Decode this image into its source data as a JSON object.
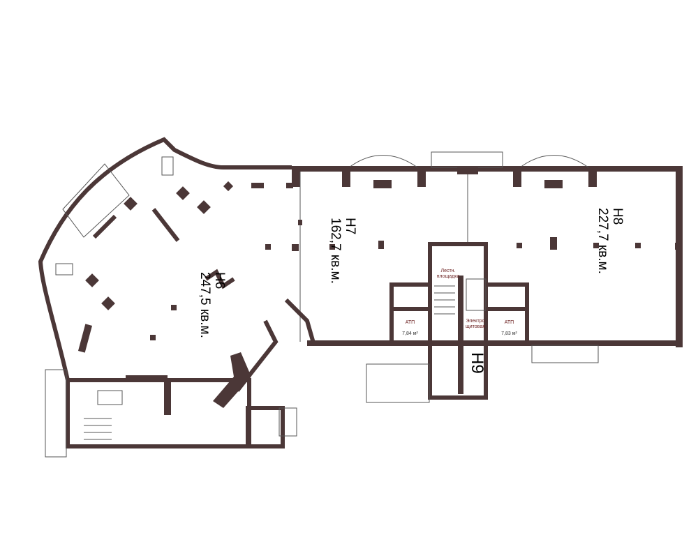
{
  "rooms": {
    "h6": {
      "name": "Н6",
      "area": "247,5 кв.м."
    },
    "h7": {
      "name": "Н7",
      "area": "162,7 кв.м."
    },
    "h8": {
      "name": "Н8",
      "area": "227,7 кв.м."
    },
    "h9": {
      "name": "Н9"
    }
  },
  "small_labels": {
    "stair": "Лестн. площадка",
    "electro": "Электро щитовая",
    "atp_left": "АТП",
    "atp_left_area": "7,84 м²",
    "atp_right": "АТП",
    "atp_right_area": "7,83 м²"
  },
  "colors": {
    "wall": "#4b3737",
    "label": "#6b2020"
  }
}
